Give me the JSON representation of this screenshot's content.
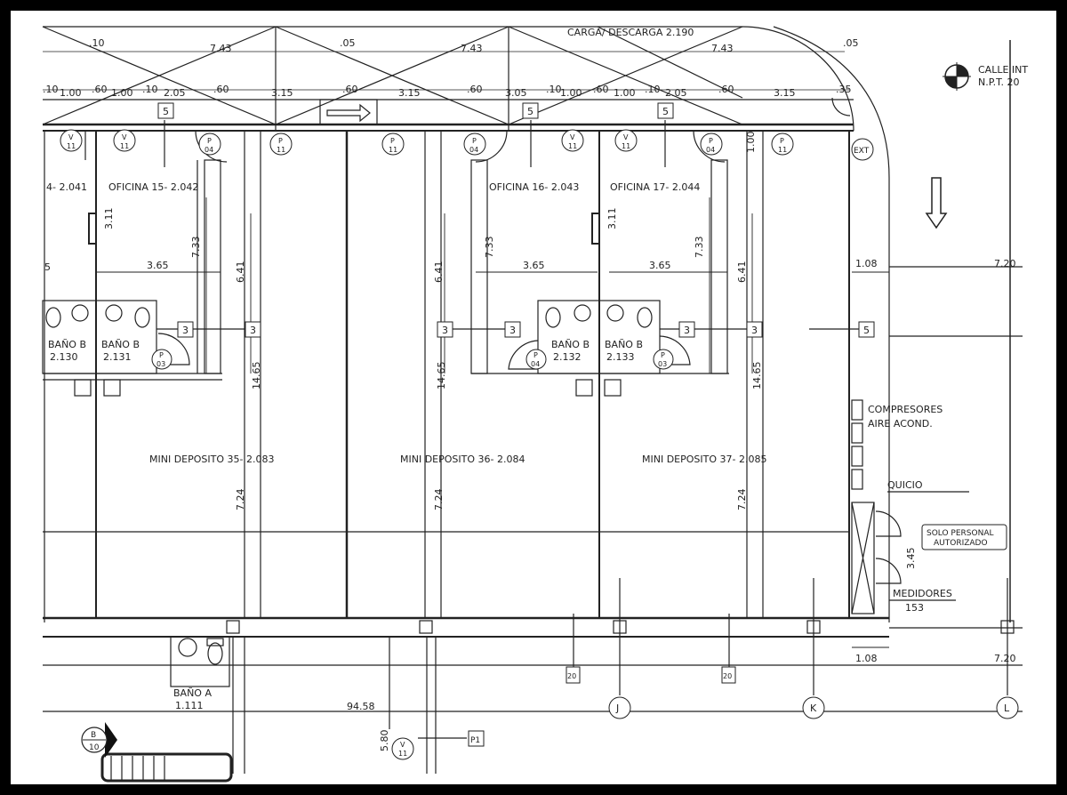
{
  "header": {
    "carga_descarga": "CARGA/ DESCARGA 2.190",
    "calle_label": "CALLE INT",
    "npt_label": "N.P.T. 20"
  },
  "rooms": {
    "oficina_14": "4- 2.041",
    "oficina_15": "OFICINA 15- 2.042",
    "oficina_16": "OFICINA 16- 2.043",
    "oficina_17": "OFICINA 17- 2.044",
    "bano_2130_name": "BAÑO B",
    "bano_2130_num": "2.130",
    "bano_2131_name": "BAÑO B",
    "bano_2131_num": "2.131",
    "bano_2132_name": "BAÑO B",
    "bano_2132_num": "2.132",
    "bano_2133_name": "BAÑO B",
    "bano_2133_num": "2.133",
    "deposito_35": "MINI DEPOSITO 35- 2.083",
    "deposito_36": "MINI DEPOSITO 36- 2.084",
    "deposito_37": "MINI DEPOSITO 37- 2.085",
    "bano_a_name": "BAÑO A",
    "bano_a_num": "1.111",
    "compresores": "COMPRESORES",
    "aire_acond": "AIRE ACOND.",
    "quicio": "QUICIO",
    "solo_personal_1": "SOLO PERSONAL",
    "solo_personal_2": "AUTORIZADO",
    "medidores": "MEDIDORES",
    "medidores_num": "153"
  },
  "dimensions": {
    "top_a": "7.43",
    "top_b": "7.43",
    "top_c": "7.43",
    "top_10": ".10",
    "top_05a": ".05",
    "top_05b": ".05",
    "row2": [
      ".10",
      "1.00",
      ".60",
      "1.00",
      ".10",
      "2.05",
      ".60",
      "3.15",
      ".60",
      "3.15",
      ".60",
      "3.05",
      ".10",
      "1.00",
      ".60",
      "1.00",
      ".10",
      "2.05",
      ".60",
      "3.15",
      ".35"
    ],
    "v_311a": "3.11",
    "v_311b": "3.11",
    "v_733a": "7.33",
    "v_733b": "7.33",
    "v_733c": "7.33",
    "v_641a": "6.41",
    "v_641b": "6.41",
    "v_641c": "6.41",
    "h_365a": "3.65",
    "h_365b": "3.65",
    "h_365c": "3.65",
    "v_1465a": "14.65",
    "v_1465b": "14.65",
    "v_1465c": "14.65",
    "v_724a": "7.24",
    "v_724b": "7.24",
    "v_724c": "7.24",
    "v_100": "1.00",
    "h_108a": "1.08",
    "h_108b": "1.08",
    "h_720a": "7.20",
    "h_720b": "7.20",
    "v_345": "3.45",
    "h_9458": "94.58",
    "v_580": "5.80",
    "left_5": "5"
  },
  "tags": {
    "tag_3a": "3",
    "tag_3b": "3",
    "tag_3c": "3",
    "tag_3d": "3",
    "tag_3e": "3",
    "tag_3f": "3",
    "tag_5a": "5",
    "tag_5b": "5",
    "tag_5c": "5",
    "tag_5d": "5",
    "door_p": "P",
    "door_04": "04",
    "door_03": "03",
    "door_11": "11",
    "win_v": "V",
    "win_11": "11",
    "exit": "EXT",
    "grid_j": "J",
    "grid_k": "K",
    "grid_l": "L",
    "grid_b": "B",
    "grid_10": "10",
    "p1": "P1",
    "col_20": "20"
  },
  "colors": {
    "line": "#222222",
    "frame": "#000000",
    "paper": "#ffffff"
  }
}
